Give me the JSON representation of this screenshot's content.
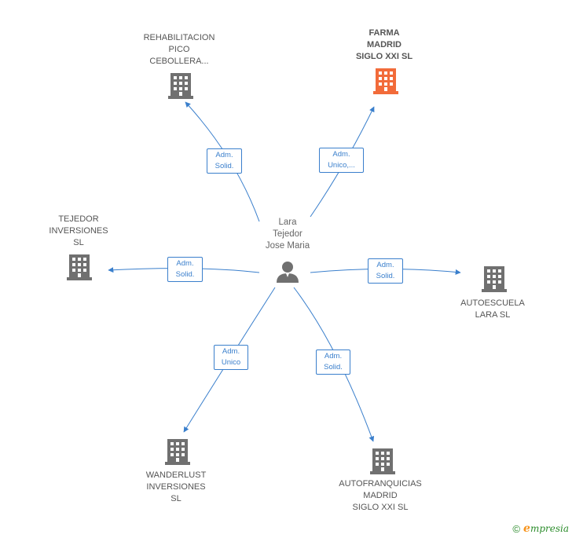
{
  "center": {
    "label": "Lara\nTejedor\nJose Maria",
    "icon": "person-icon"
  },
  "nodes": [
    {
      "id": "rehabilitacion",
      "label": "REHABILITACION\nPICO\nCEBOLLERA...",
      "highlight": false,
      "color": "#707070",
      "icon": "building-icon"
    },
    {
      "id": "farma",
      "label": "FARMA\nMADRID\nSIGLO XXI  SL",
      "highlight": true,
      "color": "#f26b3a",
      "icon": "building-icon"
    },
    {
      "id": "tejedor",
      "label": "TEJEDOR\nINVERSIONES\nSL",
      "highlight": false,
      "color": "#707070",
      "icon": "building-icon"
    },
    {
      "id": "autoescuela",
      "label": "AUTOESCUELA\nLARA SL",
      "highlight": false,
      "color": "#707070",
      "icon": "building-icon"
    },
    {
      "id": "wanderlust",
      "label": "WANDERLUST\nINVERSIONES\nSL",
      "highlight": false,
      "color": "#707070",
      "icon": "building-icon"
    },
    {
      "id": "autofranquicias",
      "label": "AUTOFRANQUICIAS\nMADRID\nSIGLO XXI  SL",
      "highlight": false,
      "color": "#707070",
      "icon": "building-icon"
    }
  ],
  "relations": [
    {
      "target": "rehabilitacion",
      "label": "Adm.\nSolid."
    },
    {
      "target": "farma",
      "label": "Adm.\nUnico,..."
    },
    {
      "target": "tejedor",
      "label": "Adm.\nSolid."
    },
    {
      "target": "autoescuela",
      "label": "Adm.\nSolid."
    },
    {
      "target": "wanderlust",
      "label": "Adm.\nUnico"
    },
    {
      "target": "autofranquicias",
      "label": "Adm.\nSolid."
    }
  ],
  "colors": {
    "edge": "#3a7fcc",
    "building": "#707070",
    "highlight": "#f26b3a"
  },
  "footer": {
    "copyright": "©",
    "brand_initial": "e",
    "brand_rest": "mpresia"
  }
}
